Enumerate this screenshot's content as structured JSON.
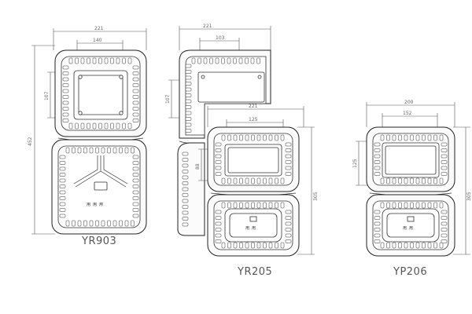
{
  "models": [
    {
      "id": "yr903",
      "label": "YR903",
      "width_dim": "221",
      "inner_width_dim": "140",
      "inner_height_dim": "107",
      "height_dim": "452",
      "marking": "用 用 用"
    },
    {
      "id": "partial",
      "width_dim": "221",
      "inner_width_dim": "103",
      "inner_height_dim": "107"
    },
    {
      "id": "yr205",
      "label": "YR205",
      "width_dim": "221",
      "inner_width_dim": "125",
      "inner_height_dim": "88",
      "height_dim": "305",
      "marking": "用 用"
    },
    {
      "id": "yp206",
      "label": "YP206",
      "width_dim": "200",
      "inner_width_dim": "152",
      "inner_height_dim": "125",
      "height_dim": "305",
      "marking": "用 用"
    }
  ]
}
